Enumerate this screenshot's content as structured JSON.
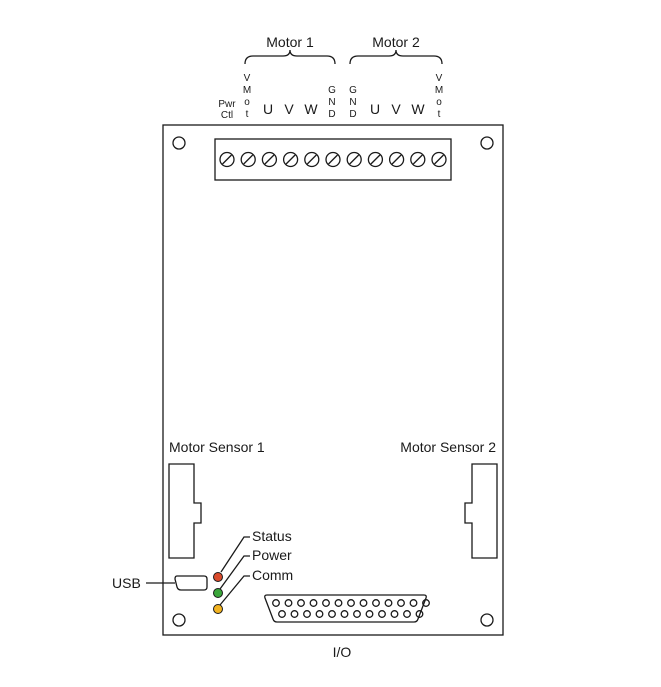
{
  "header": {
    "motor1_label": "Motor 1",
    "motor2_label": "Motor 2"
  },
  "terminals": {
    "pwr_ctl_lines": [
      "Pwr",
      "Ctl"
    ],
    "motor1_vmot_letters": [
      "V",
      "M",
      "o",
      "t"
    ],
    "motor1_u": "U",
    "motor1_v": "V",
    "motor1_w": "W",
    "motor1_gnd_letters": [
      "G",
      "N",
      "D"
    ],
    "motor2_gnd_letters": [
      "G",
      "N",
      "D"
    ],
    "motor2_u": "U",
    "motor2_v": "V",
    "motor2_w": "W",
    "motor2_vmot_letters": [
      "V",
      "M",
      "o",
      "t"
    ]
  },
  "sensors": {
    "sensor1_label": "Motor Sensor 1",
    "sensor2_label": "Motor Sensor 2"
  },
  "leds": {
    "status_label": "Status",
    "power_label": "Power",
    "comm_label": "Comm",
    "colors": {
      "status": "#d94a2b",
      "power": "#3aa63a",
      "comm": "#f2b321"
    }
  },
  "usb_label": "USB",
  "io_label": "I/O",
  "terminal_screw_count": 11,
  "dsub_pin_rows": [
    13,
    12
  ]
}
